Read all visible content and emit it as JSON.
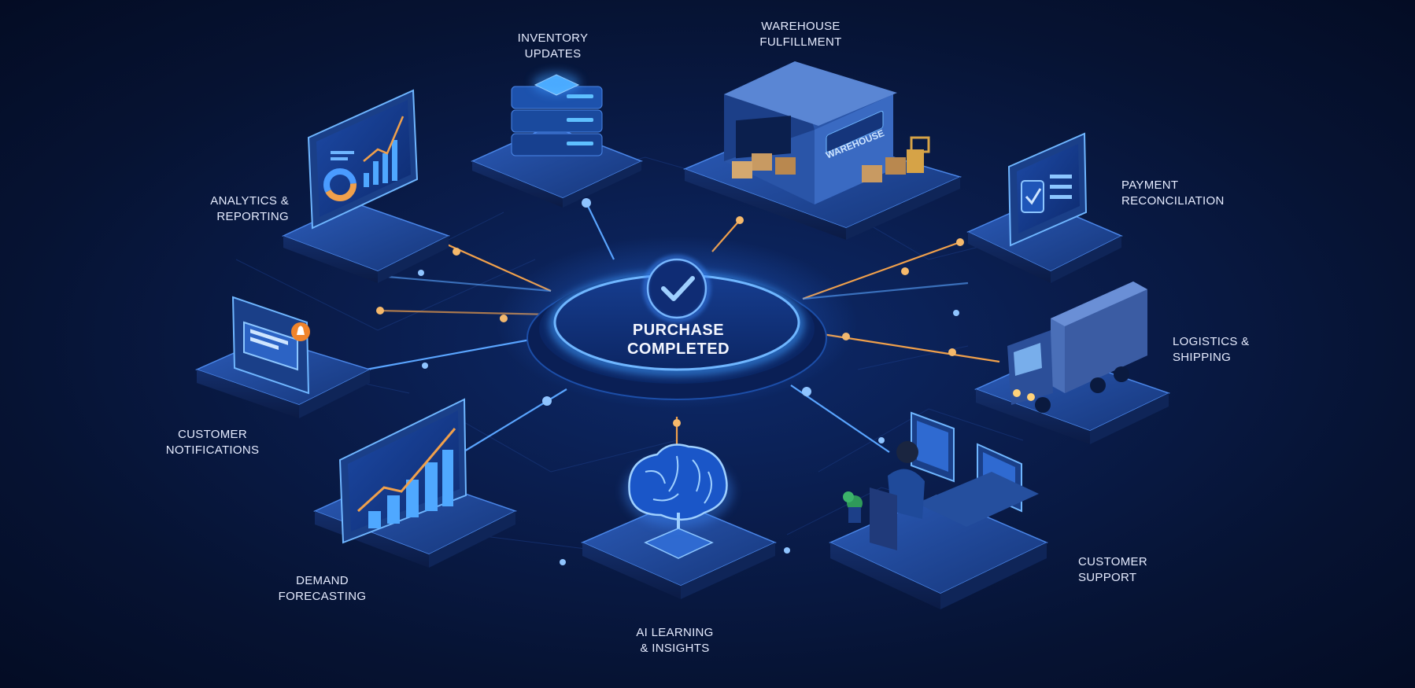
{
  "hub": {
    "title": "PURCHASE\nCOMPLETED",
    "icon": "checkmark-icon"
  },
  "nodes": [
    {
      "id": "inventory",
      "label": "INVENTORY\nUPDATES",
      "icon": "server-stack-icon"
    },
    {
      "id": "warehouse",
      "label": "WAREHOUSE\nFULFILLMENT",
      "icon": "warehouse-icon",
      "sign": "WAREHOUSE"
    },
    {
      "id": "analytics",
      "label": "ANALYTICS &\nREPORTING",
      "icon": "analytics-monitor-icon"
    },
    {
      "id": "payment",
      "label": "PAYMENT\nRECONCILIATION",
      "icon": "checklist-monitor-icon"
    },
    {
      "id": "notifications",
      "label": "CUSTOMER\nNOTIFICATIONS",
      "icon": "notification-bell-icon"
    },
    {
      "id": "logistics",
      "label": "LOGISTICS &\nSHIPPING",
      "icon": "truck-icon"
    },
    {
      "id": "forecasting",
      "label": "DEMAND\nFORECASTING",
      "icon": "bar-chart-icon"
    },
    {
      "id": "support",
      "label": "CUSTOMER\nSUPPORT",
      "icon": "support-agent-icon"
    },
    {
      "id": "ai",
      "label": "AI LEARNING\n& INSIGHTS",
      "icon": "brain-chip-icon"
    }
  ],
  "colors": {
    "background": "#061231",
    "glow": "#3d8bff",
    "accent_orange": "#f0a04b",
    "platform": "#1b3f86"
  }
}
